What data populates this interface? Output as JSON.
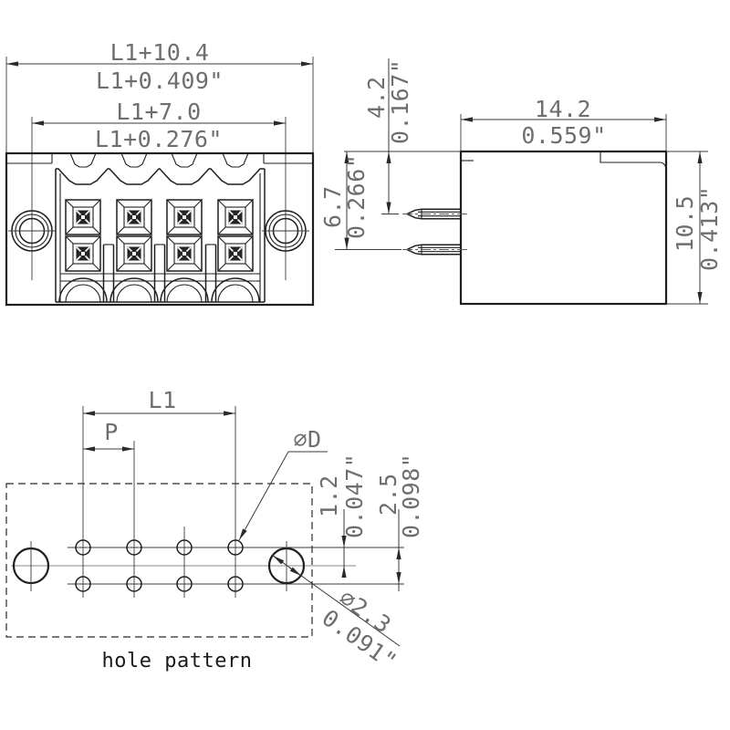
{
  "front_view": {
    "overall_width_mm": "L1+10.4",
    "overall_width_in": "L1+0.409\"",
    "center_width_mm": "L1+7.0",
    "center_width_in": "L1+0.276\""
  },
  "side_view": {
    "depth_mm": "14.2",
    "depth_in": "0.559\"",
    "pin1_offset_mm": "4.2",
    "pin1_offset_in": "0.167\"",
    "pin2_offset_mm": "6.7",
    "pin2_offset_in": "0.266\"",
    "height_mm": "10.5",
    "height_in": "0.413\""
  },
  "hole_pattern": {
    "caption": "hole pattern",
    "length_label": "L1",
    "pitch_label": "P",
    "hole_dia_label": "⌀D",
    "row_offset_mm": "1.2",
    "row_offset_in": "0.047\"",
    "row_spacing_mm": "2.5",
    "row_spacing_in": "0.098\"",
    "mount_hole_dia_mm": "⌀2.3",
    "mount_hole_dia_in": "0.091\""
  },
  "colors": {
    "line": "#1f1f1f",
    "dim_text": "#6e6e6e",
    "background": "#ffffff"
  }
}
